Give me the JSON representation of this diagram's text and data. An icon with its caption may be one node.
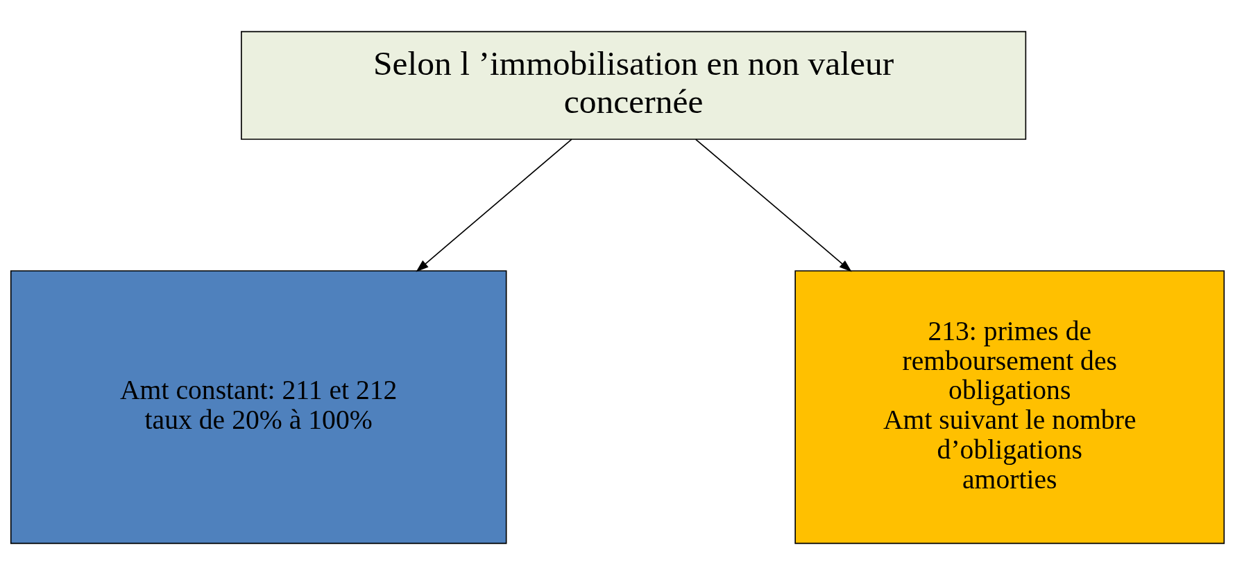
{
  "diagram": {
    "nodes": [
      {
        "text": [
          "Selon l ’immobilisation en non valeur concernée"
        ]
      },
      {
        "text": [
          "Amt constant: 211 et 212 taux de 20% à 100%"
        ]
      },
      {
        "text": [
          "213: primes de remboursement des obligations",
          "Amt suivant le nombre d’obligations amorties"
        ]
      }
    ],
    "edges": [
      {
        "from": 0,
        "to": 1,
        "arrow": "to"
      },
      {
        "from": 0,
        "to": 2,
        "arrow": "to"
      }
    ]
  }
}
